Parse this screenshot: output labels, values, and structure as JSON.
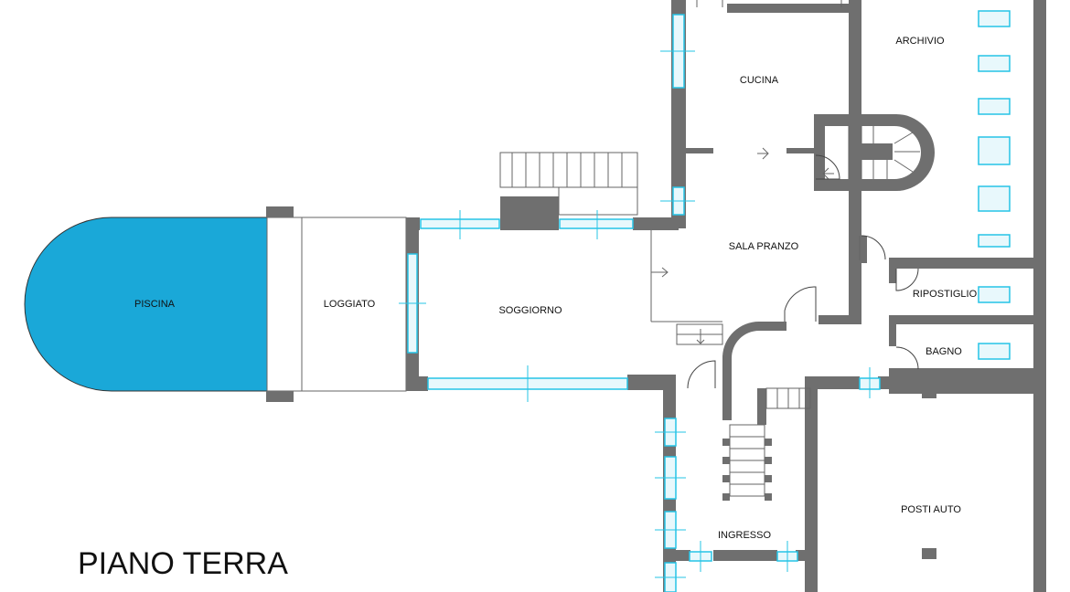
{
  "floor_title": "PIANO TERRA",
  "rooms": {
    "piscina": "PISCINA",
    "loggiato": "LOGGIATO",
    "soggiorno": "SOGGIORNO",
    "cucina": "CUCINA",
    "archivio": "ARCHIVIO",
    "sala_pranzo": "SALA PRANZO",
    "ripostiglio": "RIPOSTIGLIO",
    "bagno": "BAGNO",
    "ingresso": "INGRESSO",
    "posti_auto": "POSTI AUTO"
  },
  "colors": {
    "wall": "#6f6f6f",
    "pool": "#1aa8d8",
    "window": "#26c4e6",
    "line": "#555555"
  }
}
